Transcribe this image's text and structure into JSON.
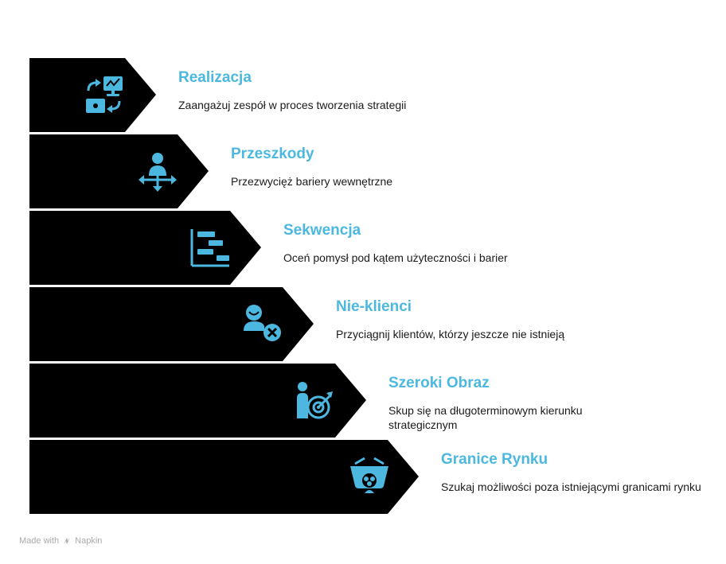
{
  "accent_color": "#4cb8e0",
  "band_color": "#000000",
  "steps": [
    {
      "title": "Realizacja",
      "desc": "Zaangażuj zespół w proces tworzenia strategii",
      "icon": "strategy-flow-icon"
    },
    {
      "title": "Przeszkody",
      "desc": "Przezwycięż bariery wewnętrzne",
      "icon": "person-crossroads-icon"
    },
    {
      "title": "Sekwencja",
      "desc": "Oceń pomysł pod kątem użyteczności i barier",
      "icon": "gantt-chart-icon"
    },
    {
      "title": "Nie-klienci",
      "desc": "Przyciągnij klientów, którzy jeszcze nie istnieją",
      "icon": "user-remove-icon"
    },
    {
      "title": "Szeroki Obraz",
      "desc": "Skup się na długoterminowym kierunku strategicznym",
      "icon": "person-target-icon"
    },
    {
      "title": "Granice Rynku",
      "desc": "Szukaj możliwości poza istniejącymi granicami rynku",
      "icon": "market-basket-icon"
    }
  ],
  "watermark": {
    "prefix": "Made with",
    "brand": "Napkin"
  }
}
